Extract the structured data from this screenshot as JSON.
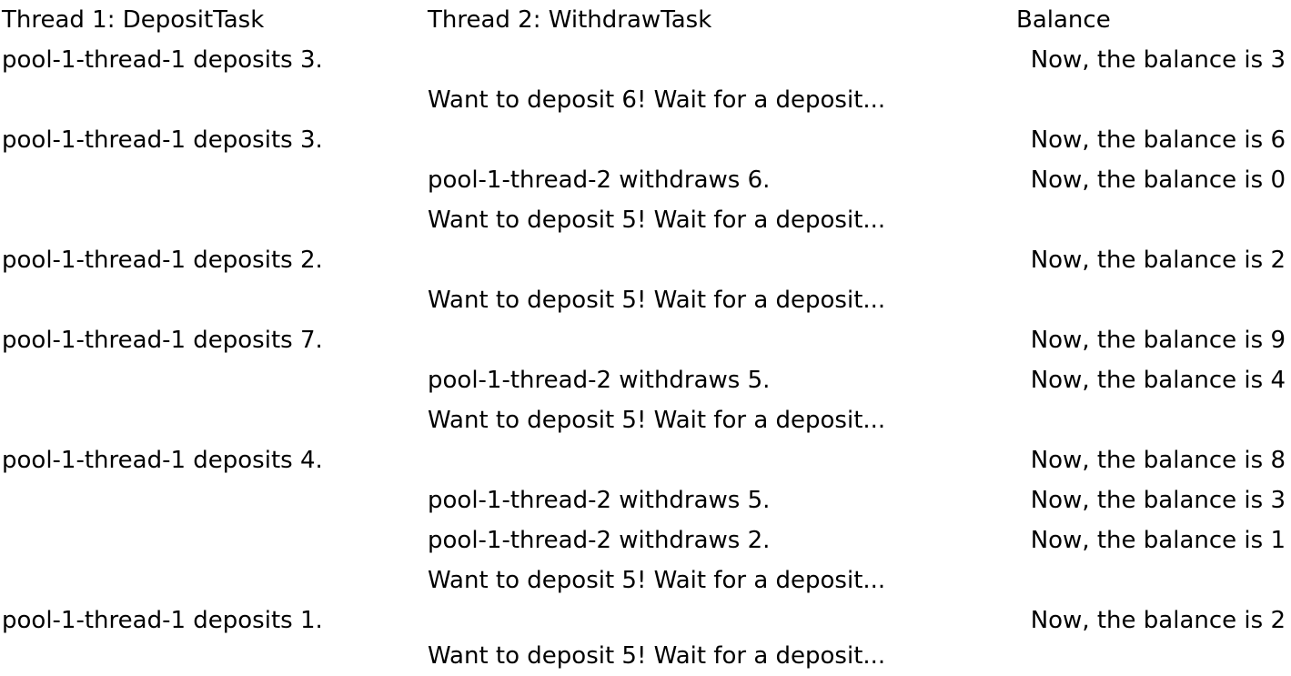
{
  "header": {
    "thread1": "Thread 1: DepositTask",
    "thread2": "Thread 2: WithdrawTask",
    "balance": "Balance"
  },
  "rows": [
    {
      "thread1": "pool-1-thread-1 deposits 3.",
      "thread2": "",
      "balance": "Now, the balance is 3"
    },
    {
      "thread1": "",
      "thread2": "Want to deposit 6! Wait for a deposit...",
      "balance": ""
    },
    {
      "thread1": "pool-1-thread-1 deposits 3.",
      "thread2": "",
      "balance": "Now, the balance is 6"
    },
    {
      "thread1": "",
      "thread2": "pool-1-thread-2 withdraws 6.",
      "balance": "Now, the balance is 0"
    },
    {
      "thread1": "",
      "thread2": "Want to deposit 5! Wait for a deposit...",
      "balance": ""
    },
    {
      "thread1": "pool-1-thread-1 deposits 2.",
      "thread2": "",
      "balance": "Now, the balance is 2"
    },
    {
      "thread1": "",
      "thread2": "Want to deposit 5! Wait for a deposit...",
      "balance": ""
    },
    {
      "thread1": "pool-1-thread-1 deposits 7.",
      "thread2": "",
      "balance": "Now, the balance is 9"
    },
    {
      "thread1": "",
      "thread2": "pool-1-thread-2 withdraws 5.",
      "balance": "Now, the balance is 4"
    },
    {
      "thread1": "",
      "thread2": "Want to deposit 5! Wait for a deposit...",
      "balance": ""
    },
    {
      "thread1": "pool-1-thread-1 deposits 4.",
      "thread2": "",
      "balance": "Now, the balance is 8"
    },
    {
      "thread1": "",
      "thread2": "pool-1-thread-2 withdraws 5.",
      "balance": "Now, the balance is 3"
    },
    {
      "thread1": "",
      "thread2": "pool-1-thread-2 withdraws 2.",
      "balance": "Now, the balance is 1"
    },
    {
      "thread1": "",
      "thread2": "Want to deposit 5! Wait for a deposit...",
      "balance": ""
    },
    {
      "thread1": "pool-1-thread-1 deposits 1.",
      "thread2": "",
      "balance": "Now, the balance is 2"
    },
    {
      "thread1": "",
      "thread2": "Want to deposit 5! Wait for a deposit...",
      "balance": ""
    }
  ]
}
